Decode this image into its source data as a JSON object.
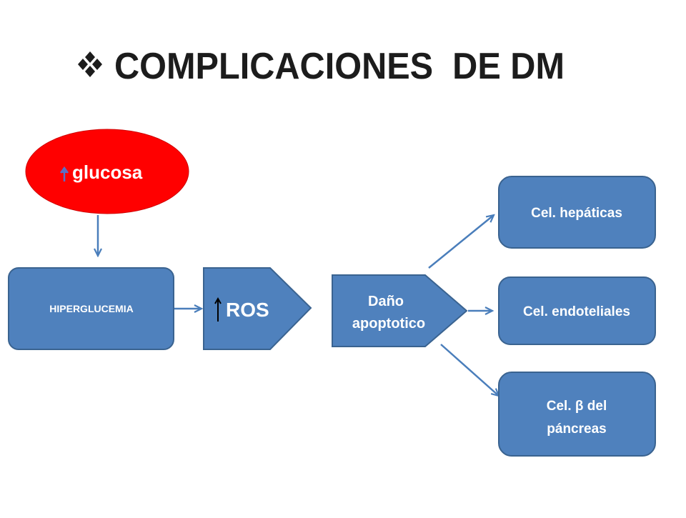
{
  "title": {
    "bullet_icon": "diamond-bullet-icon",
    "text": "COMPLICACIONES  DE DM"
  },
  "colors": {
    "node_fill": "#4F81BD",
    "node_stroke": "#3A6390",
    "glucose_fill": "#FF0000",
    "connector": "#4A7EBB",
    "title": "#1c1c1c"
  },
  "nodes": {
    "glucosa": {
      "icon": "up-arrow-icon",
      "label": "glucosa"
    },
    "hiperglucemia": {
      "label": "HIPERGLUCEMIA"
    },
    "ros": {
      "icon": "up-arrow-icon",
      "label": "ROS"
    },
    "dano": {
      "line1": "Daño",
      "line2": "apoptotico"
    },
    "hepaticas": {
      "label": "Cel. hepáticas"
    },
    "endoteliales": {
      "label": "Cel. endoteliales"
    },
    "pancreas": {
      "line1": "Cel. β del",
      "line2": "páncreas"
    }
  }
}
